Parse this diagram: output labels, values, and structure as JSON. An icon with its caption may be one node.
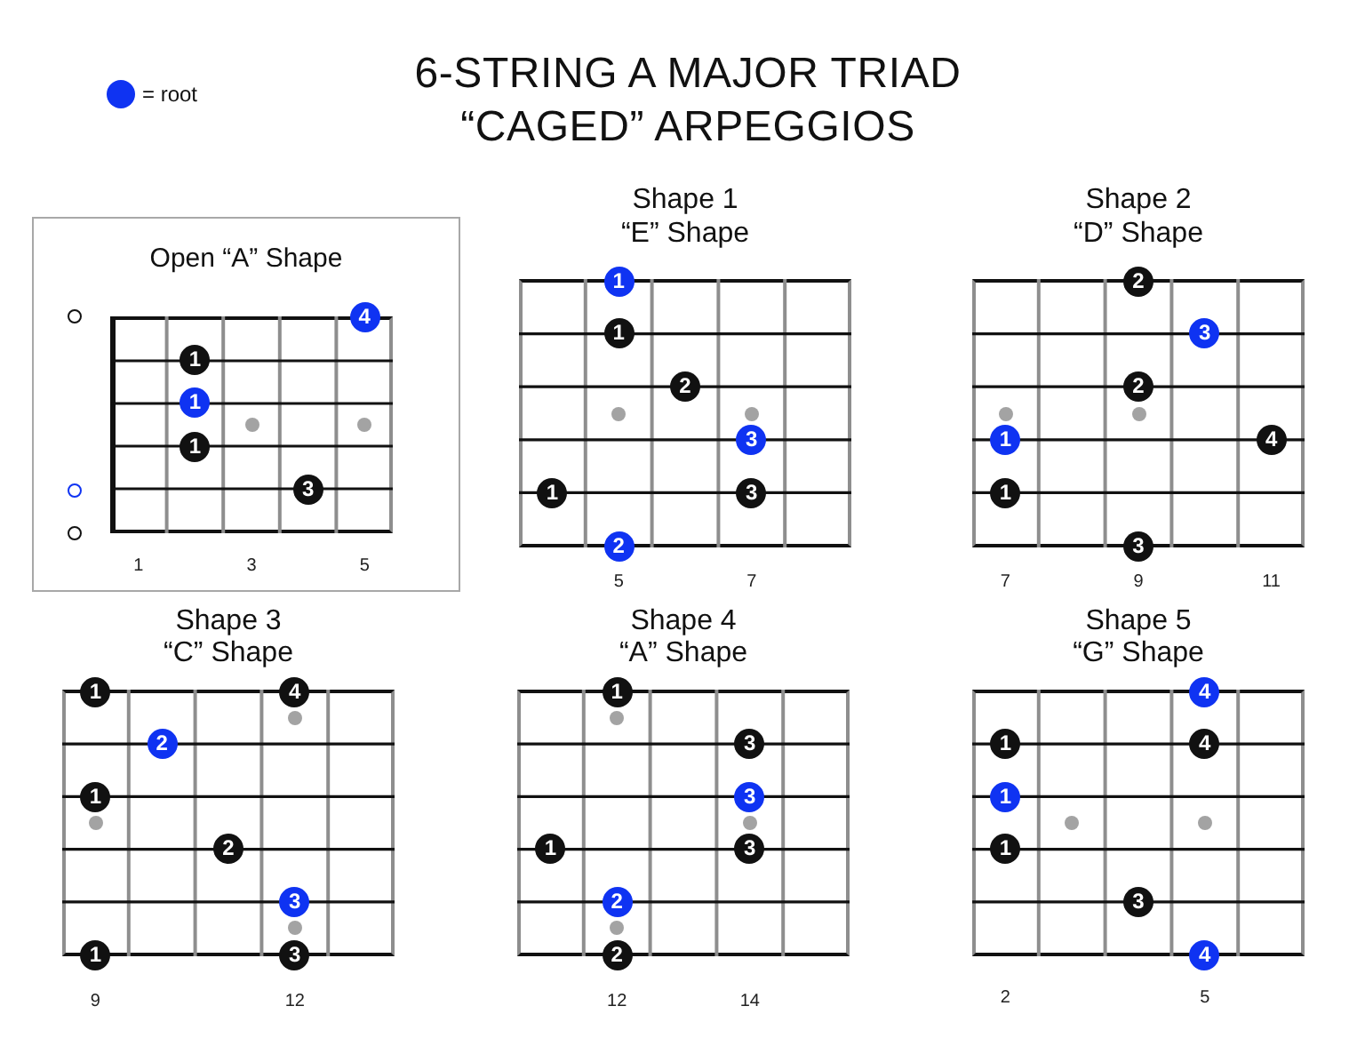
{
  "diagram": {
    "title": "6-STRING A MAJOR TRIAD “CAGED” ARPEGGIOS",
    "nodes": [
      {
        "text": [
          "Open “A” Shape"
        ]
      },
      {
        "text": [],
        "shape": "circle",
        "in": 0
      },
      {
        "text": [
          "4"
        ],
        "in": 0
      },
      {
        "text": [
          "1"
        ],
        "in": 0
      },
      {
        "text": [
          "1"
        ],
        "in": 0
      },
      {
        "text": [
          "1"
        ],
        "in": 0
      },
      {
        "text": [],
        "shape": "circle",
        "in": 0
      },
      {
        "text": [
          "3"
        ],
        "in": 0
      },
      {
        "text": [],
        "shape": "circle",
        "in": 0
      },
      {
        "text": [
          "Shape 1",
          "“E” Shape"
        ]
      },
      {
        "text": [
          "1"
        ],
        "in": 9
      },
      {
        "text": [
          "1"
        ],
        "in": 9
      },
      {
        "text": [
          "2"
        ],
        "in": 9
      },
      {
        "text": [
          "3"
        ],
        "in": 9
      },
      {
        "text": [
          "1"
        ],
        "in": 9
      },
      {
        "text": [
          "3"
        ],
        "in": 9
      },
      {
        "text": [
          "2"
        ],
        "in": 9
      },
      {
        "text": [
          "Shape 2",
          "“D” Shape"
        ]
      },
      {
        "text": [
          "2"
        ],
        "in": 17
      },
      {
        "text": [
          "3"
        ],
        "in": 17
      },
      {
        "text": [
          "2"
        ],
        "in": 17
      },
      {
        "text": [
          "1"
        ],
        "in": 17
      },
      {
        "text": [
          "4"
        ],
        "in": 17
      },
      {
        "text": [
          "1"
        ],
        "in": 17
      },
      {
        "text": [
          "3"
        ],
        "in": 17
      },
      {
        "text": [
          "Shape 3",
          "“C” Shape"
        ]
      },
      {
        "text": [
          "1"
        ],
        "in": 25
      },
      {
        "text": [
          "4"
        ],
        "in": 25
      },
      {
        "text": [
          "2"
        ],
        "in": 25
      },
      {
        "text": [
          "1"
        ],
        "in": 25
      },
      {
        "text": [
          "2"
        ],
        "in": 25
      },
      {
        "text": [
          "3"
        ],
        "in": 25
      },
      {
        "text": [
          "1"
        ],
        "in": 25
      },
      {
        "text": [
          "3"
        ],
        "in": 25
      },
      {
        "text": [
          "Shape 4",
          "“A” Shape"
        ]
      },
      {
        "text": [
          "1"
        ],
        "in": 34
      },
      {
        "text": [
          "3"
        ],
        "in": 34
      },
      {
        "text": [
          "3"
        ],
        "in": 34
      },
      {
        "text": [
          "1"
        ],
        "in": 34
      },
      {
        "text": [
          "3"
        ],
        "in": 34
      },
      {
        "text": [
          "2"
        ],
        "in": 34
      },
      {
        "text": [
          "2"
        ],
        "in": 34
      },
      {
        "text": [
          "Shape 5",
          "“G” Shape"
        ]
      },
      {
        "text": [
          "4"
        ],
        "in": 42
      },
      {
        "text": [
          "1"
        ],
        "in": 42
      },
      {
        "text": [
          "4"
        ],
        "in": 42
      },
      {
        "text": [
          "1"
        ],
        "in": 42
      },
      {
        "text": [
          "1"
        ],
        "in": 42
      },
      {
        "text": [
          "3"
        ],
        "in": 42
      },
      {
        "text": [
          "4"
        ],
        "in": 42
      }
    ],
    "labels": [
      "1",
      "3",
      "5",
      "5",
      "7",
      "7",
      "9",
      "11",
      "9",
      "12",
      "12",
      "14",
      "2",
      "5"
    ],
    "legend": [
      {
        "text": "= root",
        "color": "#0f33f2"
      }
    ]
  }
}
